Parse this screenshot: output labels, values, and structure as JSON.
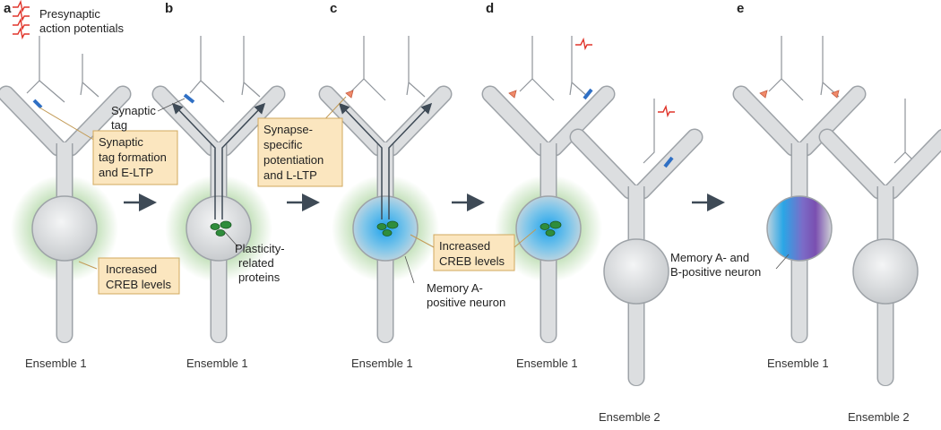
{
  "panels": {
    "a": "a",
    "b": "b",
    "c": "c",
    "d": "d",
    "e": "e"
  },
  "legend": {
    "line1": "Presynaptic",
    "line2": "action potentials"
  },
  "boxes": {
    "tag_formation": [
      "Synaptic",
      "tag formation",
      "and E-LTP"
    ],
    "creb_a": [
      "Increased",
      "CREB levels"
    ],
    "potentiation": [
      "Synapse-",
      "specific",
      "potentiation",
      "and L-LTP"
    ],
    "creb_d": [
      "Increased",
      "CREB levels"
    ]
  },
  "labels": {
    "synaptic_tag": [
      "Synaptic",
      "tag"
    ],
    "plasticity": [
      "Plasticity-",
      "related",
      "proteins"
    ],
    "memory_a": [
      "Memory A-",
      "positive neuron"
    ],
    "memory_ab": [
      "Memory A- and",
      "B-positive neuron"
    ]
  },
  "ensembles": {
    "a": "Ensemble 1",
    "b": "Ensemble 1",
    "c": "Ensemble 1",
    "d1": "Ensemble 1",
    "d2": "Ensemble 2",
    "e1": "Ensemble 1",
    "e2": "Ensemble 2"
  },
  "colors": {
    "neuron_fill": "#dcdee0",
    "neuron_stroke": "#9ea3a8",
    "tag": "#2f6fc4",
    "spike": "#e0352b",
    "synapse": "#f08a6a",
    "box_fill": "#fbe6bf",
    "box_stroke": "#d2a85e",
    "glow": "#b9d9b0",
    "blue_nucleus": "#2aa6e6",
    "purple": "#7a4fb0",
    "arrow": "#3e4a56"
  }
}
